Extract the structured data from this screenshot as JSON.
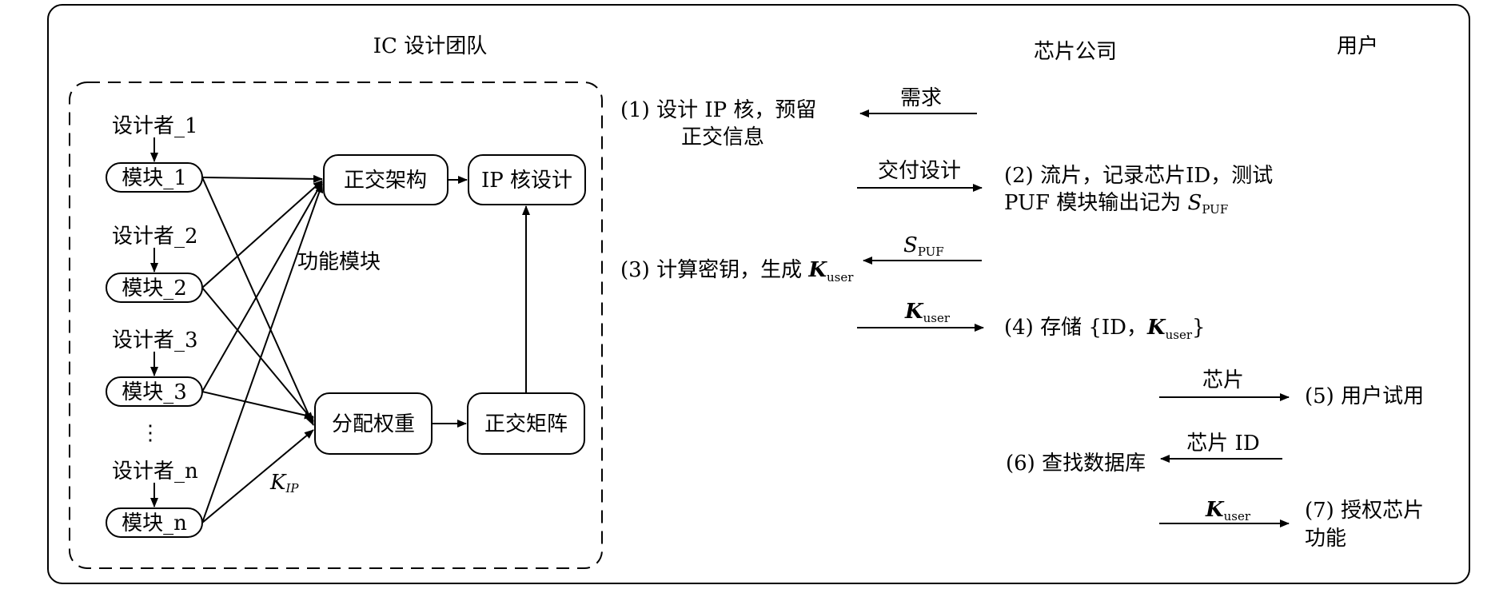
{
  "headers": {
    "ic_team": "IC 设计团队",
    "chip_company": "芯片公司",
    "user": "用户"
  },
  "designers": [
    {
      "name": "设计者_1",
      "module": "模块_1"
    },
    {
      "name": "设计者_2",
      "module": "模块_2"
    },
    {
      "name": "设计者_3",
      "module": "模块_3"
    },
    {
      "name": "设计者_n",
      "module": "模块_n"
    }
  ],
  "ellipsis": "⋮",
  "boxes": {
    "orthogonal_arch": "正交架构",
    "ip_core_design": "IP 核设计",
    "weight_alloc": "分配权重",
    "orthogonal_matrix": "正交矩阵"
  },
  "labels": {
    "functional_module": "功能模块",
    "k_ip_main": "K",
    "k_ip_sub": "IP"
  },
  "steps": {
    "s1_line1": "(1) 设计 IP 核，预留",
    "s1_line2": "正交信息",
    "s2_line1": "(2) 流片，记录芯片ID，测试",
    "s2_line2_prefix": "PUF 模块输出记为 ",
    "s3_prefix": "(3) 计算密钥，生成 ",
    "s4_prefix": "(4) 存储 {ID，",
    "s4_suffix": "}",
    "s5": "(5) 用户试用",
    "s6": "(6) 查找数据库",
    "s7_line1": "(7) 授权芯片",
    "s7_line2": "功能"
  },
  "arrows": {
    "demand": "需求",
    "deliver_design": "交付设计",
    "chip": "芯片",
    "chip_id": "芯片 ID"
  },
  "symbols": {
    "s": "S",
    "puf": "PUF",
    "k": "K",
    "user": "user"
  },
  "colors": {
    "stroke": "#000000",
    "background": "#ffffff"
  }
}
